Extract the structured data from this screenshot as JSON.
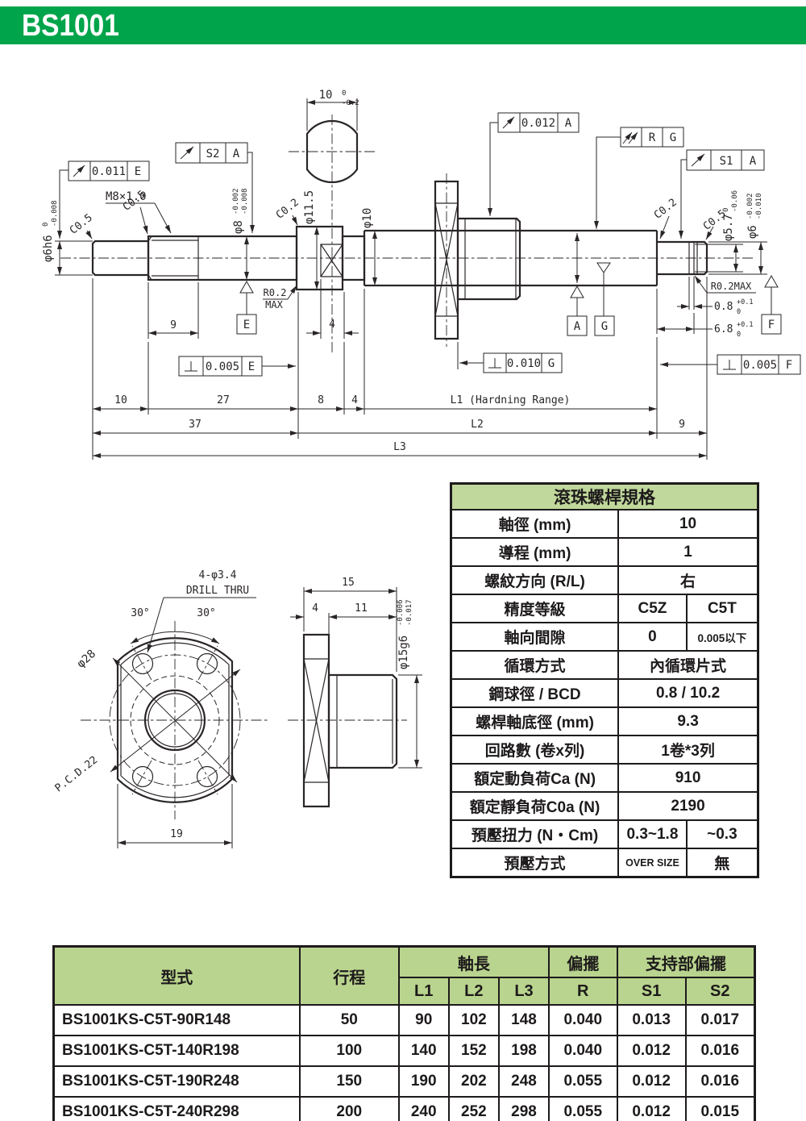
{
  "header": {
    "title": "BS1001"
  },
  "colors": {
    "header_green": "#00a44a",
    "table_header_green": "#c0d89b",
    "model_header_green": "#b9d48e",
    "line": "#2a2627"
  },
  "shaft": {
    "fcf_runout_left": {
      "val": "0.011",
      "datum": "E"
    },
    "fcf_s2": {
      "val": "S2",
      "datum": "A"
    },
    "fcf_runout_mid": {
      "val": "0.012",
      "datum": "A"
    },
    "fcf_total_runout": {
      "val": "R",
      "datum": "G"
    },
    "fcf_s1": {
      "val": "S1",
      "datum": "A"
    },
    "fcf_perp_e": {
      "val": "0.005",
      "datum": "E"
    },
    "fcf_perp_g": {
      "val": "0.010",
      "datum": "G"
    },
    "fcf_perp_f": {
      "val": "0.005",
      "datum": "F"
    },
    "datum_e": "E",
    "datum_a": "A",
    "datum_g": "G",
    "datum_f": "F",
    "flat_width": {
      "main": "10",
      "up": "0",
      "dn": "-0.2"
    },
    "thread_label": "M8×1.0",
    "chamfer_c05_a": "C0.5",
    "chamfer_c05_b": "C0.5",
    "chamfer_c02_l": "C0.2",
    "chamfer_c02_r": "C0.2",
    "chamfer_c05_r": "C0.5",
    "dia_6h6": {
      "main": "φ6h6",
      "up": "0",
      "dn": "-0.008"
    },
    "dia_8": {
      "main": "φ8",
      "up": "-0.002",
      "dn": "-0.008"
    },
    "dia_115": "φ11.5",
    "dia_10": "φ10",
    "dia_57": {
      "main": "φ5.7",
      "up": "0",
      "dn": "-0.06"
    },
    "dia_6": {
      "main": "φ6",
      "up": "-0.002",
      "dn": "-0.010"
    },
    "fillet_left_1": "R0.2",
    "fillet_left_2": "MAX",
    "fillet_right": "R0.2MAX",
    "groove_width": {
      "main": "0.8",
      "up": "+0.1",
      "dn": "0"
    },
    "groove_loc": {
      "main": "6.8",
      "up": "+0.1",
      "dn": "0"
    },
    "dim_thread_len": "9",
    "dim_seat_len": "4",
    "chain": {
      "d10": "10",
      "d27": "27",
      "d8": "8",
      "d4": "4",
      "l1": "L1 (Hardning Range)",
      "d37": "37",
      "l2": "L2",
      "d9": "9",
      "l3": "L3"
    }
  },
  "flange": {
    "holes": "4-φ3.4",
    "drill": "DRILL THRU",
    "angle_l": "30°",
    "angle_r": "30°",
    "dia": "φ28",
    "pcd": "P.C.D.22",
    "width": "19"
  },
  "nut": {
    "len_total": "15",
    "len_flange": "4",
    "len_body": "11",
    "dia": {
      "main": "φ15g6",
      "up": "-0.006",
      "dn": "-0.017"
    }
  },
  "spec": {
    "title": "滾珠螺桿規格",
    "rows": [
      {
        "label": "軸徑 (mm)",
        "value": "10"
      },
      {
        "label": "導程 (mm)",
        "value": "1"
      },
      {
        "label": "螺紋方向 (R/L)",
        "value": "右"
      },
      {
        "label": "精度等級",
        "v1": "C5Z",
        "v2": "C5T"
      },
      {
        "label": "軸向間隙",
        "v1": "0",
        "v2": "0.005以下"
      },
      {
        "label": "循環方式",
        "value": "內循環片式"
      },
      {
        "label": "鋼球徑 / BCD",
        "value": "0.8 / 10.2"
      },
      {
        "label": "螺桿軸底徑 (mm)",
        "value": "9.3"
      },
      {
        "label": "回路數 (卷x列)",
        "value": "1卷*3列"
      },
      {
        "label": "額定動負荷Ca  (N)",
        "value": "910"
      },
      {
        "label": "額定靜負荷C0a  (N)",
        "value": "2190"
      },
      {
        "label": "預壓扭力  (N・Cm)",
        "v1": "0.3~1.8",
        "v2": "~0.3"
      },
      {
        "label": "預壓方式",
        "v1": "OVER SIZE",
        "v2": "無"
      }
    ]
  },
  "models": {
    "col_model": "型式",
    "col_stroke": "行程",
    "col_len": "軸長",
    "col_runout": "偏擺",
    "col_support": "支持部偏擺",
    "sub": [
      "L1",
      "L2",
      "L3",
      "R",
      "S1",
      "S2"
    ],
    "rows": [
      {
        "model": "BS1001KS-C5T-90R148",
        "stroke": "50",
        "vals": [
          "90",
          "102",
          "148",
          "0.040",
          "0.013",
          "0.017"
        ]
      },
      {
        "model": "BS1001KS-C5T-140R198",
        "stroke": "100",
        "vals": [
          "140",
          "152",
          "198",
          "0.040",
          "0.012",
          "0.016"
        ]
      },
      {
        "model": "BS1001KS-C5T-190R248",
        "stroke": "150",
        "vals": [
          "190",
          "202",
          "248",
          "0.055",
          "0.012",
          "0.016"
        ]
      },
      {
        "model": "BS1001KS-C5T-240R298",
        "stroke": "200",
        "vals": [
          "240",
          "252",
          "298",
          "0.055",
          "0.012",
          "0.015"
        ]
      }
    ]
  }
}
